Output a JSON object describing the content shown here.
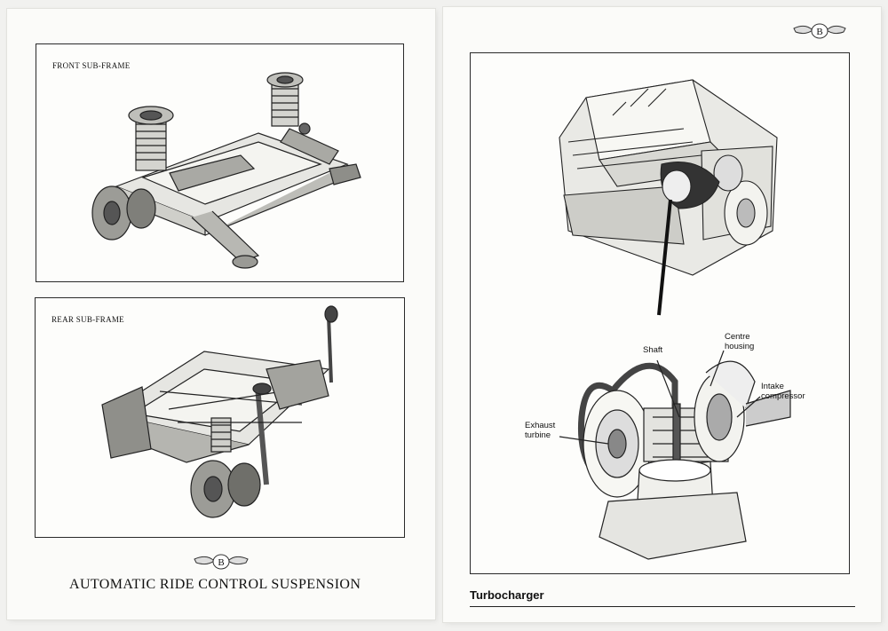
{
  "left_page": {
    "front_caption": "FRONT SUB-FRAME",
    "rear_caption": "REAR SUB-FRAME",
    "logo": "bentley-winged-b-logo",
    "logo_letter": "B",
    "title": "AUTOMATIC RIDE CONTROL SUSPENSION"
  },
  "right_page": {
    "logo": "bentley-winged-b-logo",
    "logo_letter": "B",
    "title": "Turbocharger",
    "labels": {
      "shaft": "Shaft",
      "centre_housing": "Centre\nhousing",
      "intake_compressor": "Intake\ncompressor",
      "exhaust_turbine": "Exhaust\nturbine"
    }
  }
}
